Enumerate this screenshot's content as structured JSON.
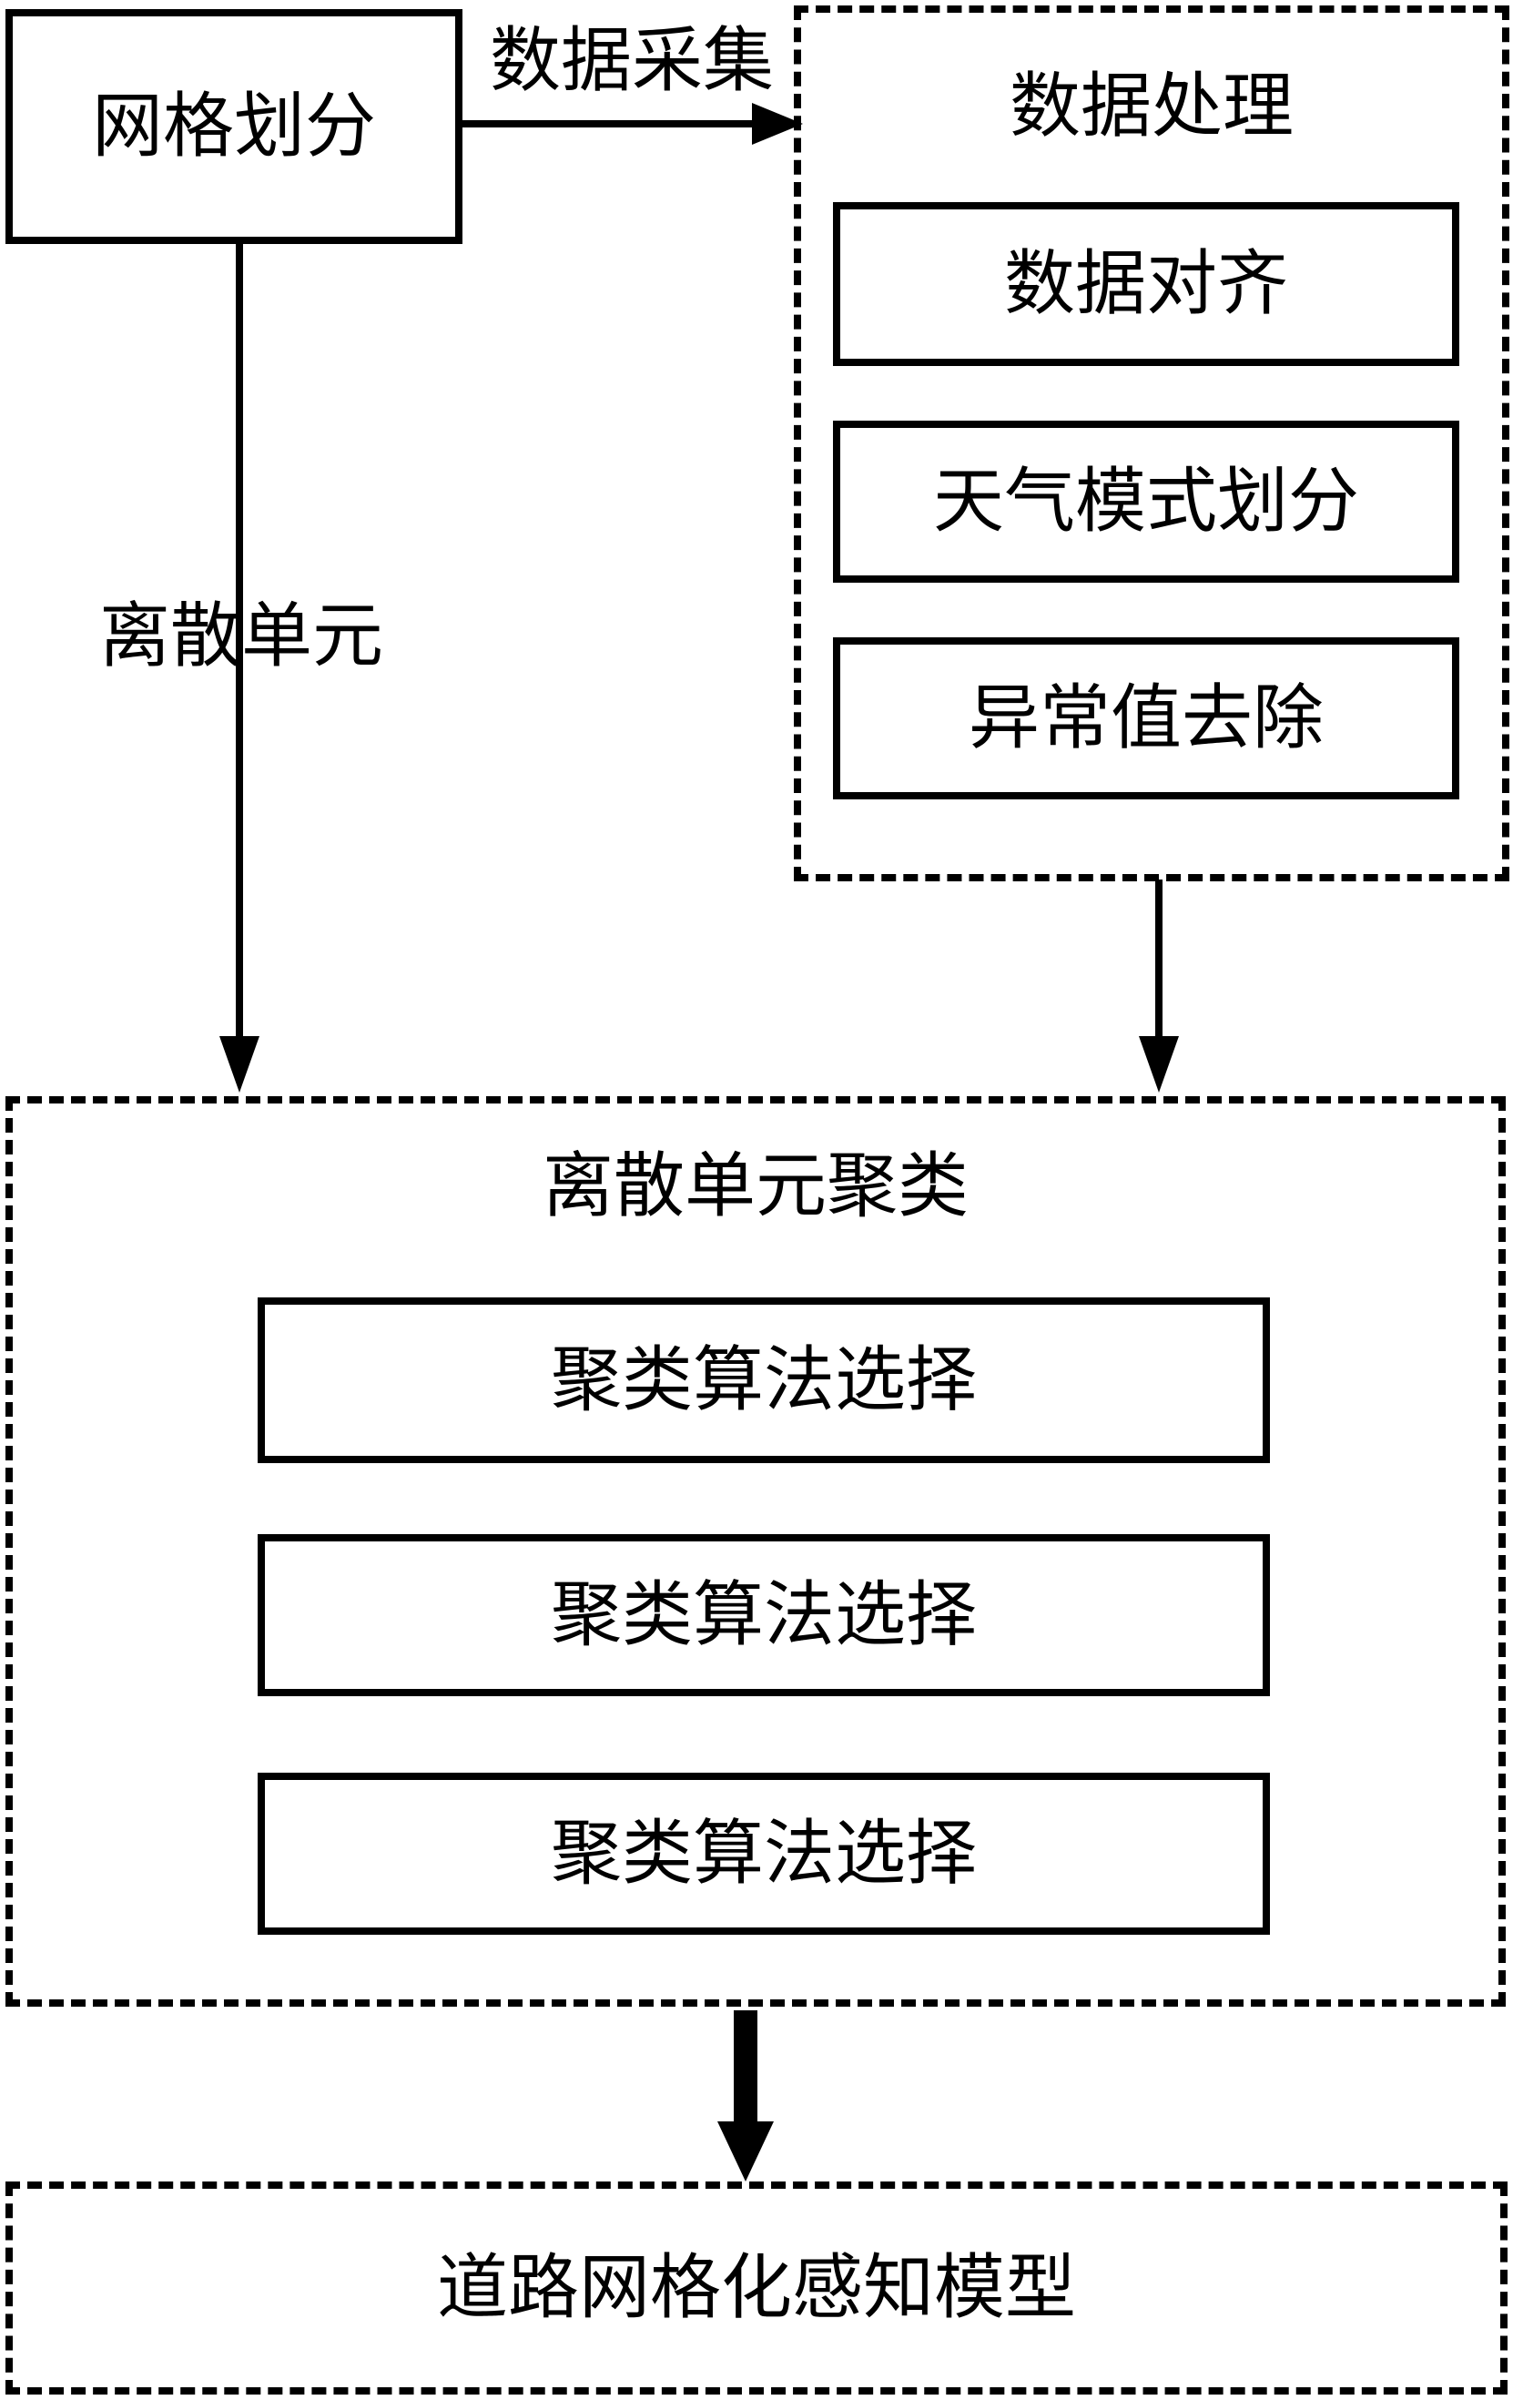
{
  "colors": {
    "ink": "#000000",
    "background": "#ffffff"
  },
  "nodes": {
    "grid_division": {
      "label": "网格划分"
    },
    "data_processing": {
      "title": "数据处理",
      "steps": [
        {
          "label": "数据对齐"
        },
        {
          "label": "天气模式划分"
        },
        {
          "label": "异常值去除"
        }
      ]
    },
    "clustering": {
      "title": "离散单元聚类",
      "steps": [
        {
          "label": "聚类算法选择"
        },
        {
          "label": "聚类算法选择"
        },
        {
          "label": "聚类算法选择"
        }
      ]
    },
    "output_model": {
      "label": "道路网格化感知模型"
    }
  },
  "edges": {
    "data_collection": {
      "label": "数据采集"
    },
    "discrete_unit": {
      "label": "离散单元"
    }
  }
}
